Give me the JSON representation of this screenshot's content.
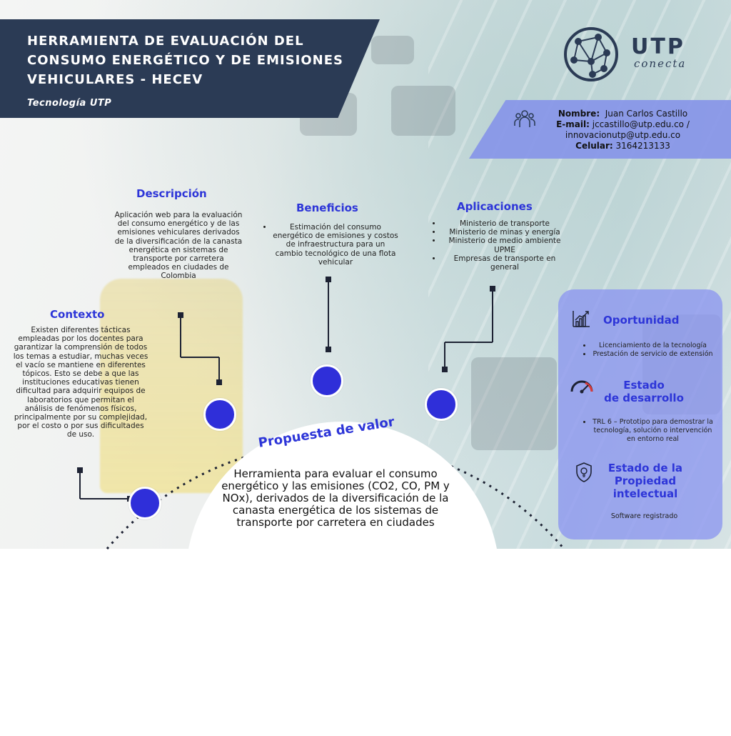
{
  "header": {
    "title": "HERRAMIENTA DE EVALUACIÓN DEL CONSUMO ENERGÉTICO Y DE EMISIONES VEHICULARES - HECEV",
    "subtitle": "Tecnología UTP"
  },
  "logo": {
    "name": "UTP",
    "tagline": "conecta"
  },
  "contact": {
    "name_label": "Nombre:",
    "name_value": "Juan Carlos Castillo",
    "email_label": "E-mail:",
    "email_value": "jccastillo@utp.edu.co / innovacionutp@utp.edu.co",
    "phone_label": "Celular:",
    "phone_value": "3164213133",
    "icon": "people-icon"
  },
  "descripcion": {
    "heading": "Descripción",
    "text": "Aplicación web para la evaluación del consumo energético y de las emisiones vehiculares derivados de la diversificación de la canasta energética en sistemas de transporte por carretera empleados en ciudades de Colombia"
  },
  "beneficios": {
    "heading": "Beneficios",
    "items": [
      "Estimación del consumo energético de emisiones y costos de infraestructura para un cambio tecnológico de una flota vehicular"
    ]
  },
  "aplicaciones": {
    "heading": "Aplicaciones",
    "items": [
      "Ministerio de transporte",
      "Ministerio de minas y energía",
      "Ministerio de medio ambiente UPME",
      "Empresas de transporte en general"
    ]
  },
  "contexto": {
    "heading": "Contexto",
    "text": "Existen diferentes tácticas empleadas por los docentes para garantizar la comprensión de todos los temas a estudiar, muchas veces el vacío se mantiene en diferentes tópicos. Esto se debe a que las instituciones educativas tienen dificultad para adquirir equipos de laboratorios que permitan el análisis de fenómenos físicos, principalmente por su complejidad, por el costo o por sus dificultades de uso."
  },
  "oportunidad": {
    "heading": "Oportunidad",
    "icon": "growth-chart-icon",
    "items": [
      "Licenciamiento de la tecnología",
      "Prestación de servicio de extensión"
    ]
  },
  "estado_desarrollo": {
    "heading_line1": "Estado",
    "heading_line2": "de desarrollo",
    "icon": "gauge-icon",
    "items": [
      "TRL 6 – Prototipo para demostrar la tecnología, solución o intervención en entorno real"
    ]
  },
  "propiedad": {
    "heading_line1": "Estado de la",
    "heading_line2": "Propiedad",
    "heading_line3": "intelectual",
    "icon": "lightbulb-shield-icon",
    "text": "Software registrado"
  },
  "propuesta": {
    "title": "Propuesta de valor",
    "text": "Herramienta para evaluar el consumo energético y las emisiones (CO2, CO, PM y NOx), derivados de la diversificación de la canasta energética de los sistemas de transporte por carretera en ciudades"
  },
  "colors": {
    "navy": "#2b3b55",
    "accent_blue": "#2d35d8",
    "panel_purple": "#8795e8",
    "dot_blue": "#2f2fd9"
  }
}
